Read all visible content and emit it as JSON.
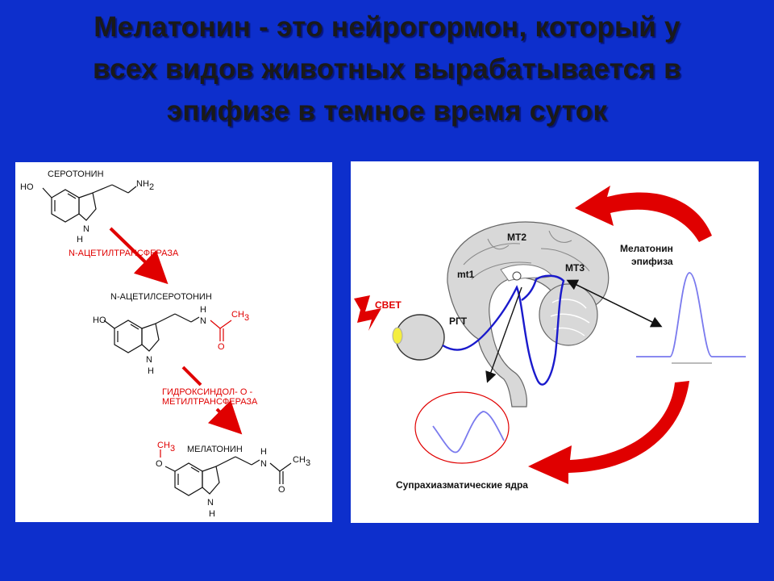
{
  "slide": {
    "title_line1": "Мелатонин - это нейрогормон, который у",
    "title_line2": "всех видов животных вырабатывается в",
    "title_line3": "эпифизе в темное время суток"
  },
  "synthesis": {
    "serotonin": "СЕРОТОНИН",
    "ho": "HO",
    "nh2": "NH",
    "nh2_sub": "2",
    "n": "N",
    "h": "H",
    "enzyme1": "N-АЦЕТИЛТРАНСФЕРАЗА",
    "acetylserotonin": "N-АЦЕТИЛСЕРОТОНИН",
    "ch3": "CH",
    "ch3_sub": "3",
    "o": "O",
    "enzyme2_line1": "ГИДРОКСИНДОЛ- О -",
    "enzyme2_line2": "МЕТИЛТРАНСФЕРАЗА",
    "melatonin": "МЕЛАТОНИН"
  },
  "brain": {
    "mt2": "МТ2",
    "mt1": "mt1",
    "mt3": "МТ3",
    "light": "СВЕТ",
    "rgt": "РГТ",
    "melatonin_label_line1": "Мелатонин",
    "melatonin_label_line2": "эпифиза",
    "scn": "Супрахиазматические ядра"
  },
  "colors": {
    "background": "#0d2fcc",
    "reaction_arrow": "#e00000",
    "pathway": "#1a1acc",
    "curve": "#7a7aee",
    "brain": "#d8d8d8"
  }
}
